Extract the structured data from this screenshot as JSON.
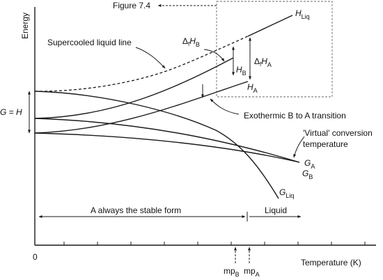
{
  "axes": {
    "y_label": "Energy",
    "x_label": "Temperature (K)",
    "origin_label": "0"
  },
  "annotations": {
    "figure_ref": "Figure 7.4",
    "supercooled": "Supercooled liquid line",
    "exothermic": "Exothermic B to A transition",
    "virtual_line1": "'Virtual' conversion",
    "virtual_line2": "temperature",
    "g_equals_h": "G = H",
    "stable_region": "A always the stable form",
    "liquid_region": "Liquid"
  },
  "curve_labels": {
    "h_liq": {
      "main": "H",
      "sub": "Liq"
    },
    "h_b": {
      "main": "H",
      "sub": "B"
    },
    "h_a": {
      "main": "H",
      "sub": "A"
    },
    "g_a": {
      "main": "G",
      "sub": "A"
    },
    "g_b": {
      "main": "G",
      "sub": "B"
    },
    "g_liq": {
      "main": "G",
      "sub": "Liq"
    },
    "dh_b": {
      "delta": "Δ",
      "f": "f",
      "h": "H",
      "sub": "B"
    },
    "dh_a": {
      "delta": "Δ",
      "f": "f",
      "h": "H",
      "sub": "A"
    },
    "mp_b": {
      "main": "mp",
      "sub": "B"
    },
    "mp_a": {
      "main": "mp",
      "sub": "A"
    }
  }
}
